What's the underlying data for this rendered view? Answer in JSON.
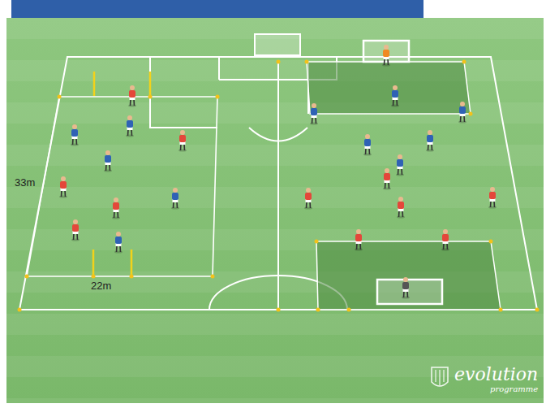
{
  "diagram": {
    "labels": [
      "33m",
      "22m",
      "evolution",
      "programme"
    ]
  }
}
